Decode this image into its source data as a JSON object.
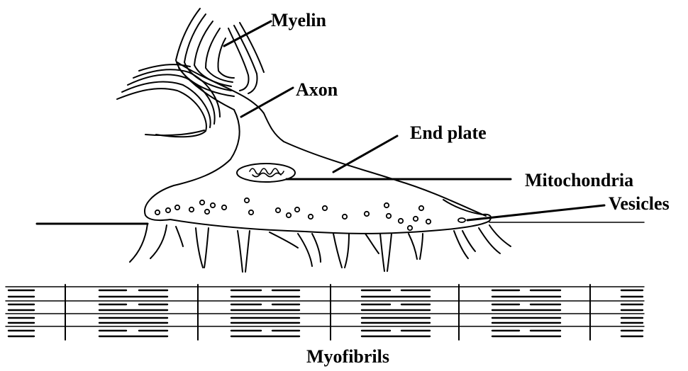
{
  "labels": {
    "myelin": "Myelin",
    "axon": "Axon",
    "end_plate": "End plate",
    "mitochondria": "Mitochondria",
    "vesicles": "Vesicles",
    "myofibrils": "Myofibrils"
  },
  "colors": {
    "ink": "#000000",
    "background": "#ffffff"
  }
}
